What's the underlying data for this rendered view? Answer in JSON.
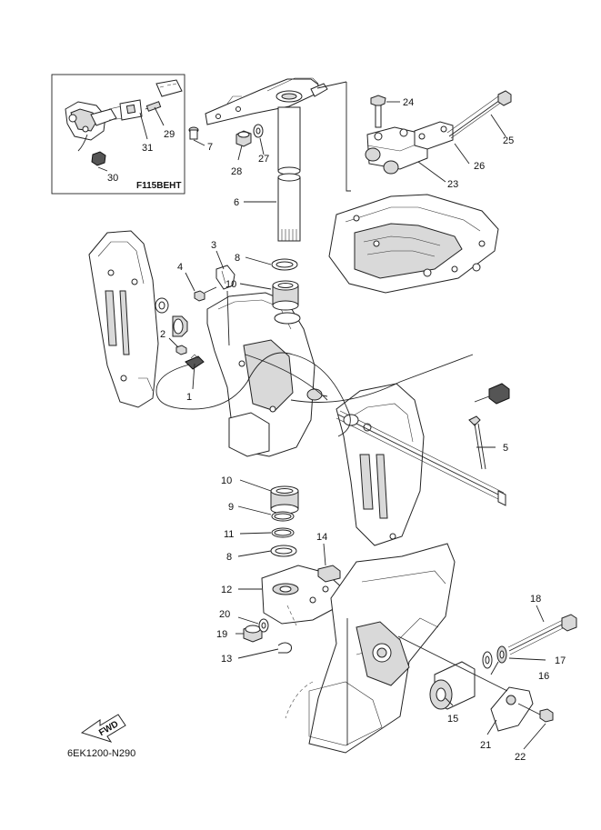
{
  "inset": {
    "model": "F115BEHT"
  },
  "diagram_code": "6EK1200-N290",
  "fwd": "FWD",
  "callouts": [
    "1",
    "2",
    "3",
    "4",
    "5",
    "6",
    "7",
    "8",
    "9",
    "10",
    "11",
    "12",
    "13",
    "14",
    "15",
    "16",
    "17",
    "18",
    "19",
    "20",
    "21",
    "22",
    "23",
    "24",
    "25",
    "26",
    "27",
    "28",
    "29",
    "30",
    "31"
  ]
}
